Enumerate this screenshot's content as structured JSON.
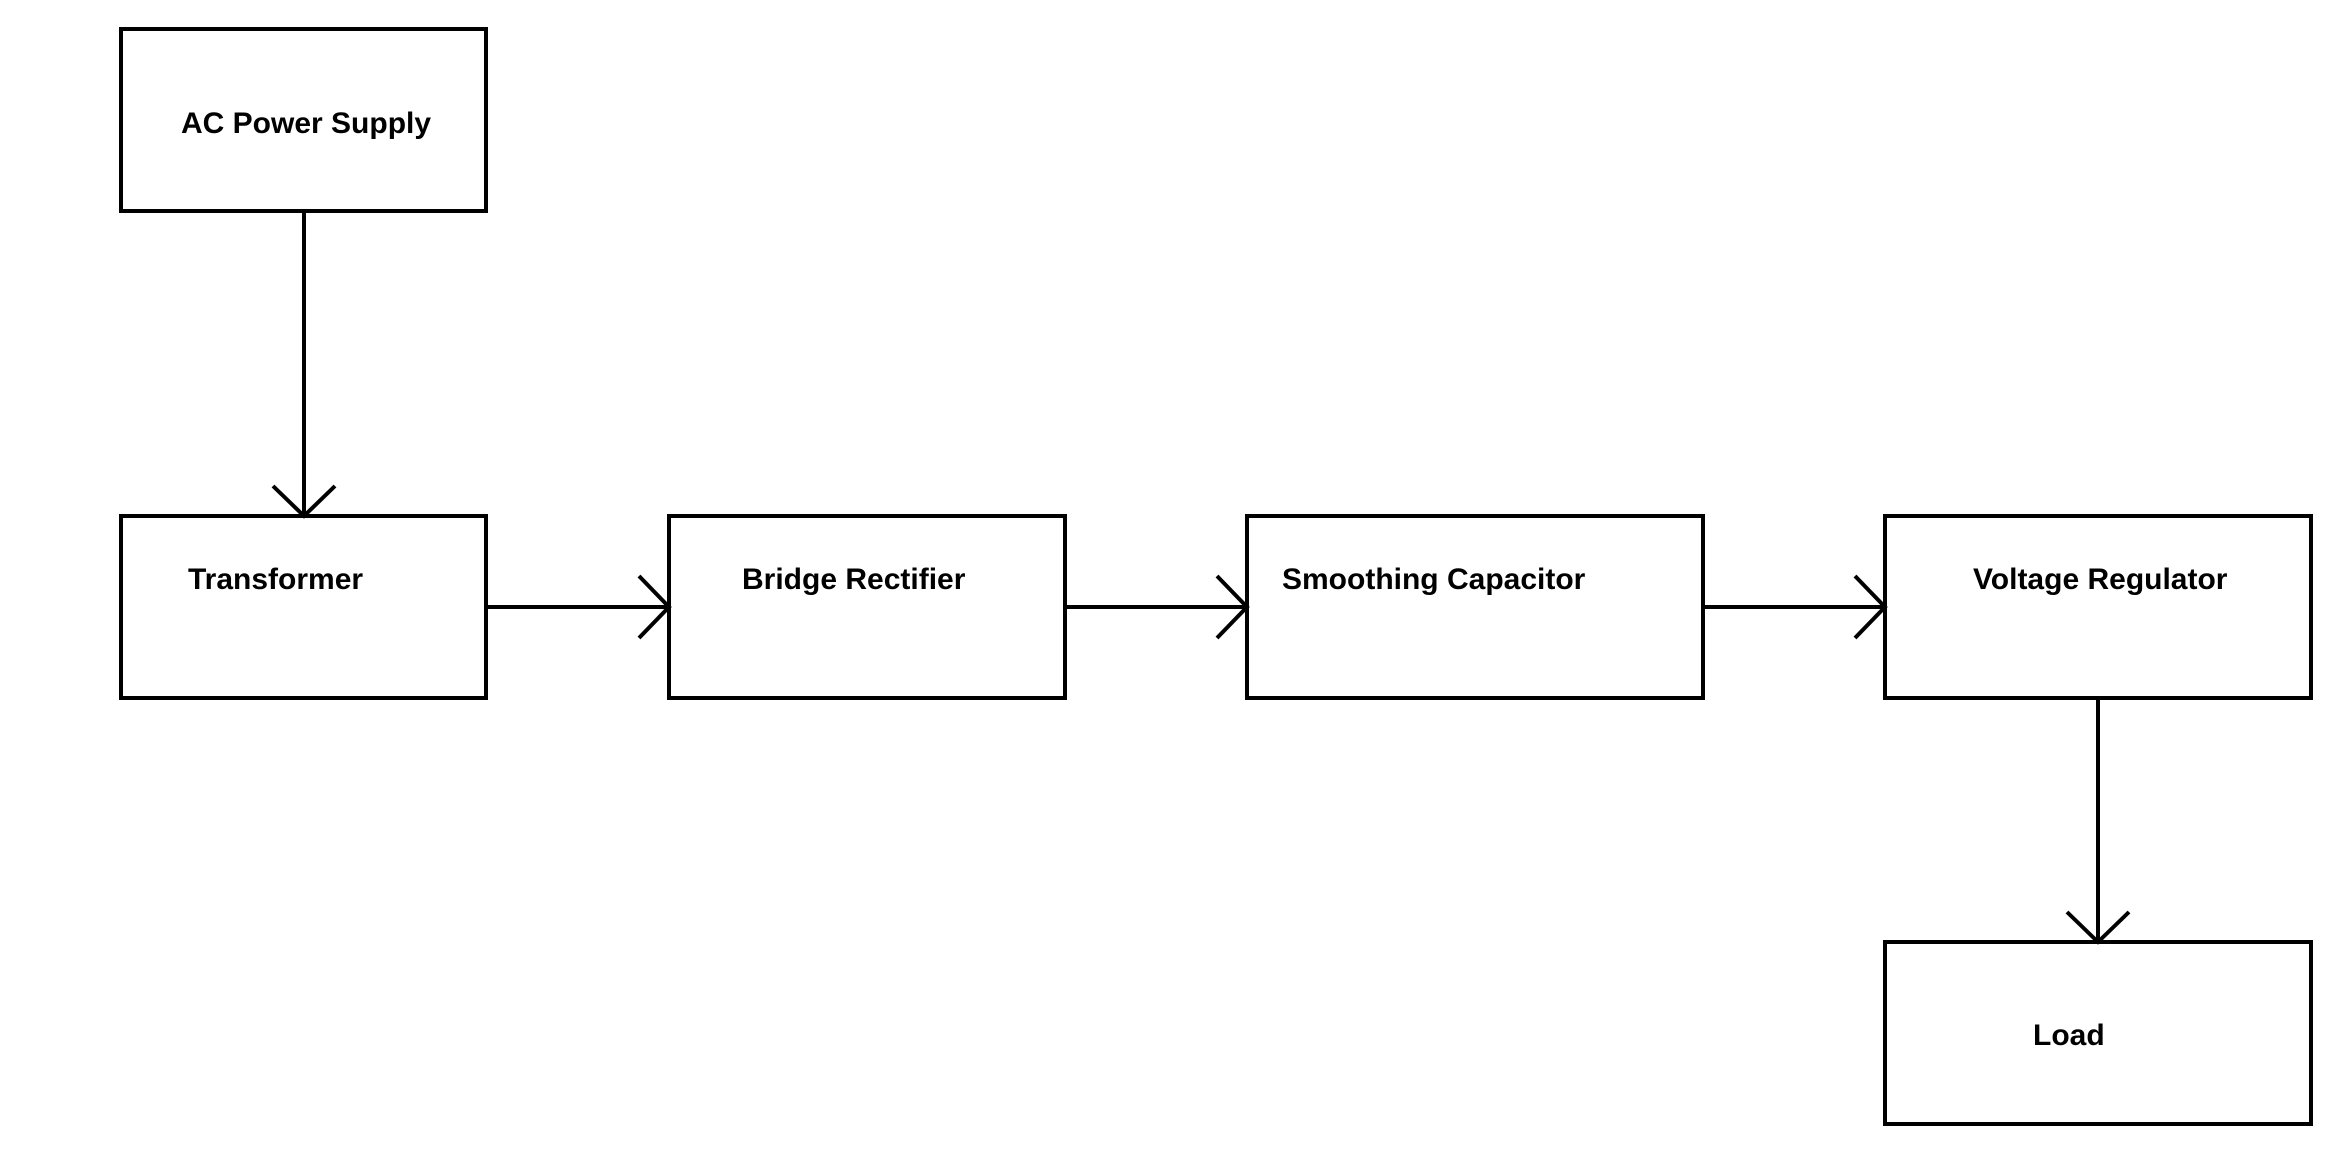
{
  "diagram": {
    "blocks": {
      "ac_power_supply": "AC Power Supply",
      "transformer": "Transformer",
      "bridge_rectifier": "Bridge Rectifier",
      "smoothing_capacitor": "Smoothing Capacitor",
      "voltage_regulator": "Voltage Regulator",
      "load": "Load"
    },
    "flow": [
      [
        "ac_power_supply",
        "transformer"
      ],
      [
        "transformer",
        "bridge_rectifier"
      ],
      [
        "bridge_rectifier",
        "smoothing_capacitor"
      ],
      [
        "smoothing_capacitor",
        "voltage_regulator"
      ],
      [
        "voltage_regulator",
        "load"
      ]
    ],
    "colors": {
      "stroke": "#000000",
      "background": "#ffffff"
    }
  }
}
